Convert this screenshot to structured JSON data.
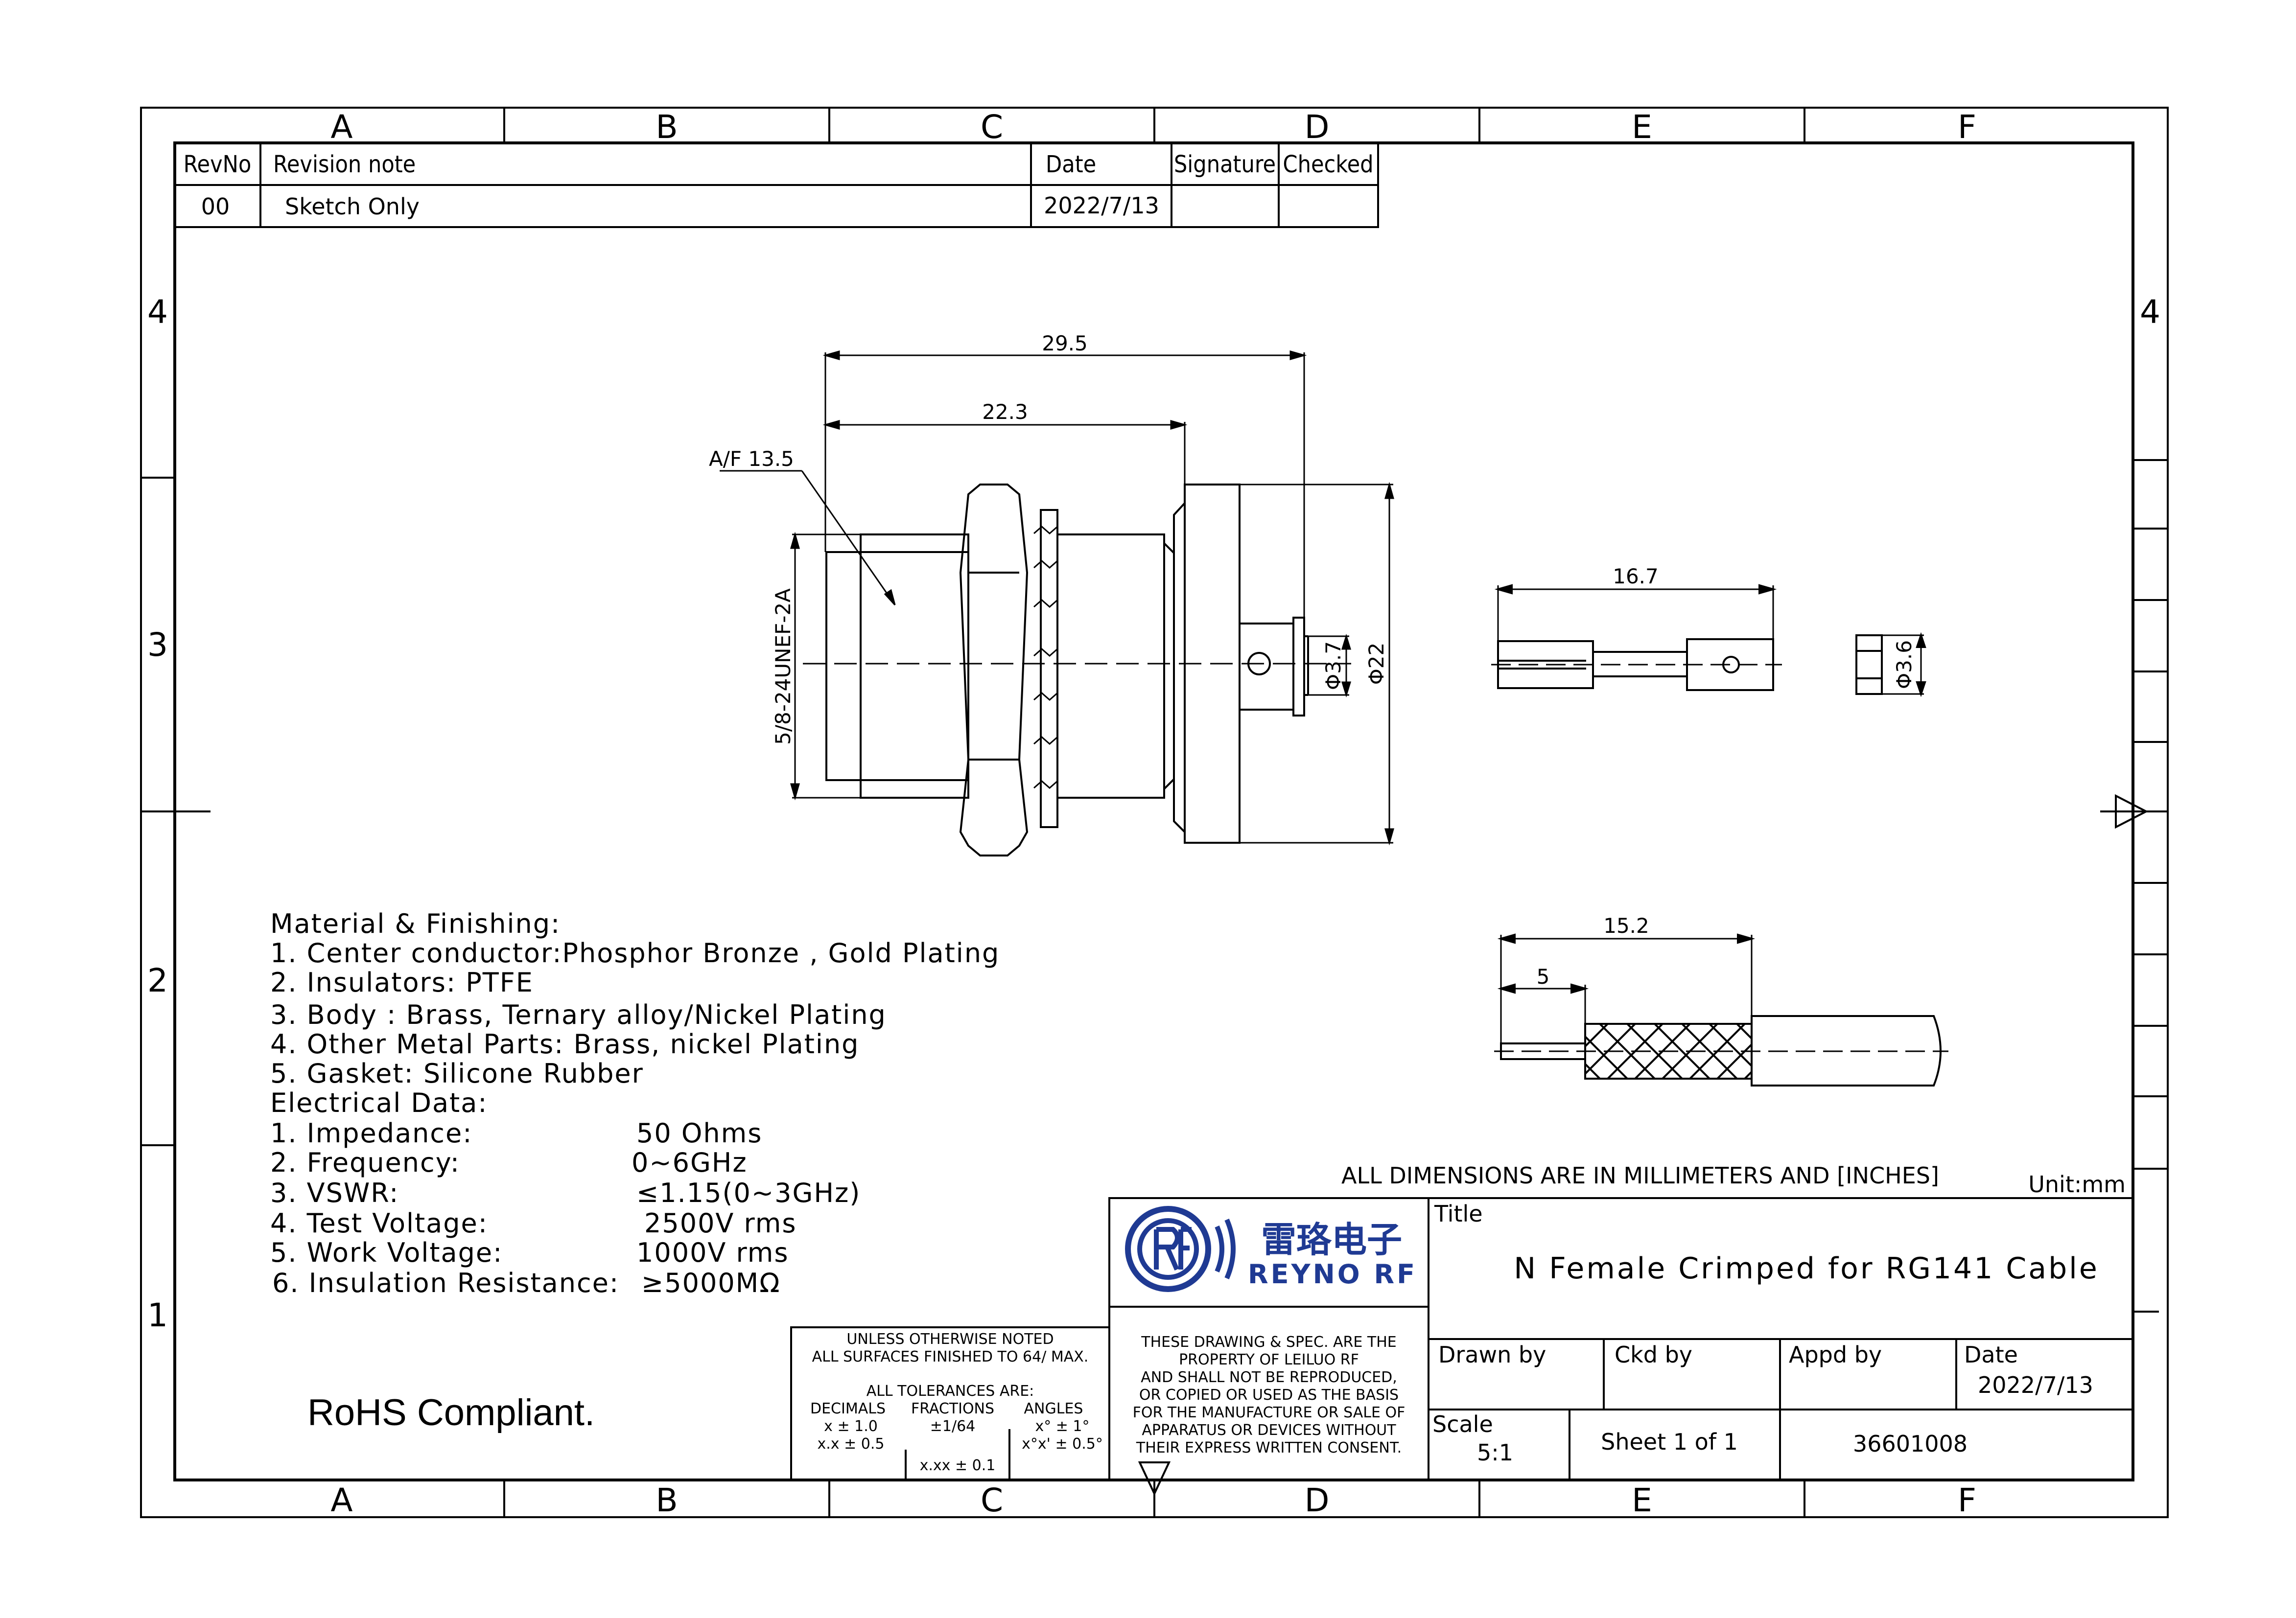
{
  "zones": {
    "columns": [
      "A",
      "B",
      "C",
      "D",
      "E",
      "F"
    ],
    "rows": [
      "4",
      "3",
      "2",
      "1"
    ]
  },
  "revision_table": {
    "headers": {
      "revno": "RevNo",
      "note": "Revision note",
      "date": "Date",
      "signature": "Signature",
      "checked": "Checked"
    },
    "rows": [
      {
        "revno": "00",
        "note": "Sketch Only",
        "date": "2022/7/13",
        "signature": "",
        "checked": ""
      }
    ]
  },
  "dimensions": {
    "overall_length": "29.5",
    "body_length": "22.3",
    "across_flats": "A/F 13.5",
    "thread": "5/8-24UNEF-2A",
    "pin_diameter": "Φ3.7",
    "flange_diameter": "Φ22",
    "contact_length": "16.7",
    "ferrule_diameter": "Φ3.6",
    "strip_length": "15.2",
    "center_strip": "5"
  },
  "notes": {
    "material_lines": [
      "Material & Finishing:",
      "1. Center conductor:Phosphor Bronze , Gold Plating",
      "2. Insulators: PTFE",
      "3. Body :  Brass, Ternary alloy/Nickel  Plating",
      "4. Other Metal Parts: Brass, nickel Plating",
      "5.  Gasket: Silicone Rubber",
      "Electrical Data:"
    ],
    "electrical": [
      {
        "label": "1. Impedance:",
        "value": "50 Ohms"
      },
      {
        "label": "2. Frequency:",
        "value": "0~6GHz"
      },
      {
        "label": "3. VSWR:",
        "value": "≤1.15(0~3GHz)"
      },
      {
        "label": "4. Test Voltage:",
        "value": "2500V rms"
      },
      {
        "label": "5. Work Voltage:",
        "value": "1000V rms"
      },
      {
        "label": "6. Insulation Resistance:",
        "value": "≥5000MΩ"
      }
    ],
    "rohs": "RoHS Compliant."
  },
  "units_note": "ALL DIMENSIONS ARE IN MILLIMETERS AND [INCHES]",
  "unit_label": "Unit:mm",
  "tolerance": {
    "lines": [
      "UNLESS OTHERWISE NOTED",
      "ALL SURFACES FINISHED TO  64/ MAX.",
      "ALL TOLERANCES ARE:"
    ],
    "col_headers": [
      "DECIMALS",
      "FRACTIONS",
      "ANGLES"
    ],
    "decimals": [
      "x ± 1.0",
      "x.x ± 0.5"
    ],
    "fractions": [
      "±1/64",
      "x.xx ± 0.1"
    ],
    "angles": [
      "x° ± 1°",
      "x°x' ± 0.5°"
    ]
  },
  "property_notice": [
    "THESE DRAWING & SPEC. ARE THE",
    "PROPERTY OF LEILUO RF",
    "AND SHALL NOT BE REPRODUCED,",
    "OR COPIED OR USED AS THE BASIS",
    "FOR THE MANUFACTURE OR SALE OF",
    "APPARATUS OR DEVICES WITHOUT",
    "THEIR EXPRESS WRITTEN CONSENT."
  ],
  "logo": {
    "chinese": "雷珞电子",
    "english": "REYNO RF",
    "color": "#1f3a93"
  },
  "title_block": {
    "title_label": "Title",
    "title": "N Female Crimped for RG141 Cable",
    "drawn_by_label": "Drawn by",
    "ckd_by_label": "Ckd by",
    "appd_by_label": "Appd by",
    "date_label": "Date",
    "date": "2022/7/13",
    "scale_label": "Scale",
    "scale": "5:1",
    "sheet": "Sheet 1 of 1",
    "part_number": "36601008"
  }
}
